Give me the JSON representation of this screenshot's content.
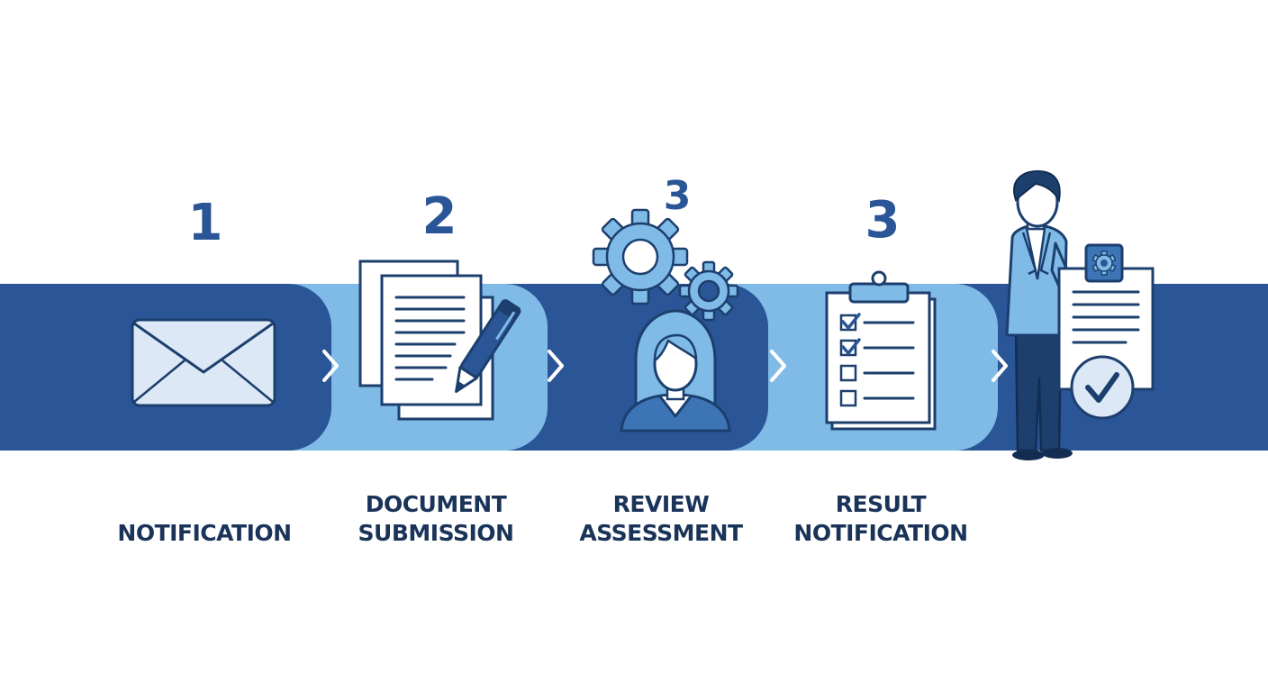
{
  "colors": {
    "dark_blue": "#2a5596",
    "light_blue": "#7fbbe6",
    "pale_blue": "#dce8f5",
    "navy": "#1a3358",
    "outline": "#1c3f6e"
  },
  "steps": [
    {
      "number": "1",
      "label_lines": [
        "",
        "NOTIFICATION"
      ],
      "icon": "envelope-icon"
    },
    {
      "number": "2",
      "label_lines": [
        "DOCUMENT",
        "SUBMISSION"
      ],
      "icon": "documents-pen-icon"
    },
    {
      "number": "3",
      "label_lines": [
        "REVIEW",
        "ASSESSMENT"
      ],
      "icon": "gears-reviewer-icon"
    },
    {
      "number": "3",
      "label_lines": [
        "RESULT",
        "NOTIFICATION"
      ],
      "icon": "clipboard-checklist-icon"
    }
  ],
  "final_figure": {
    "icon": "person-approved-document-icon"
  }
}
